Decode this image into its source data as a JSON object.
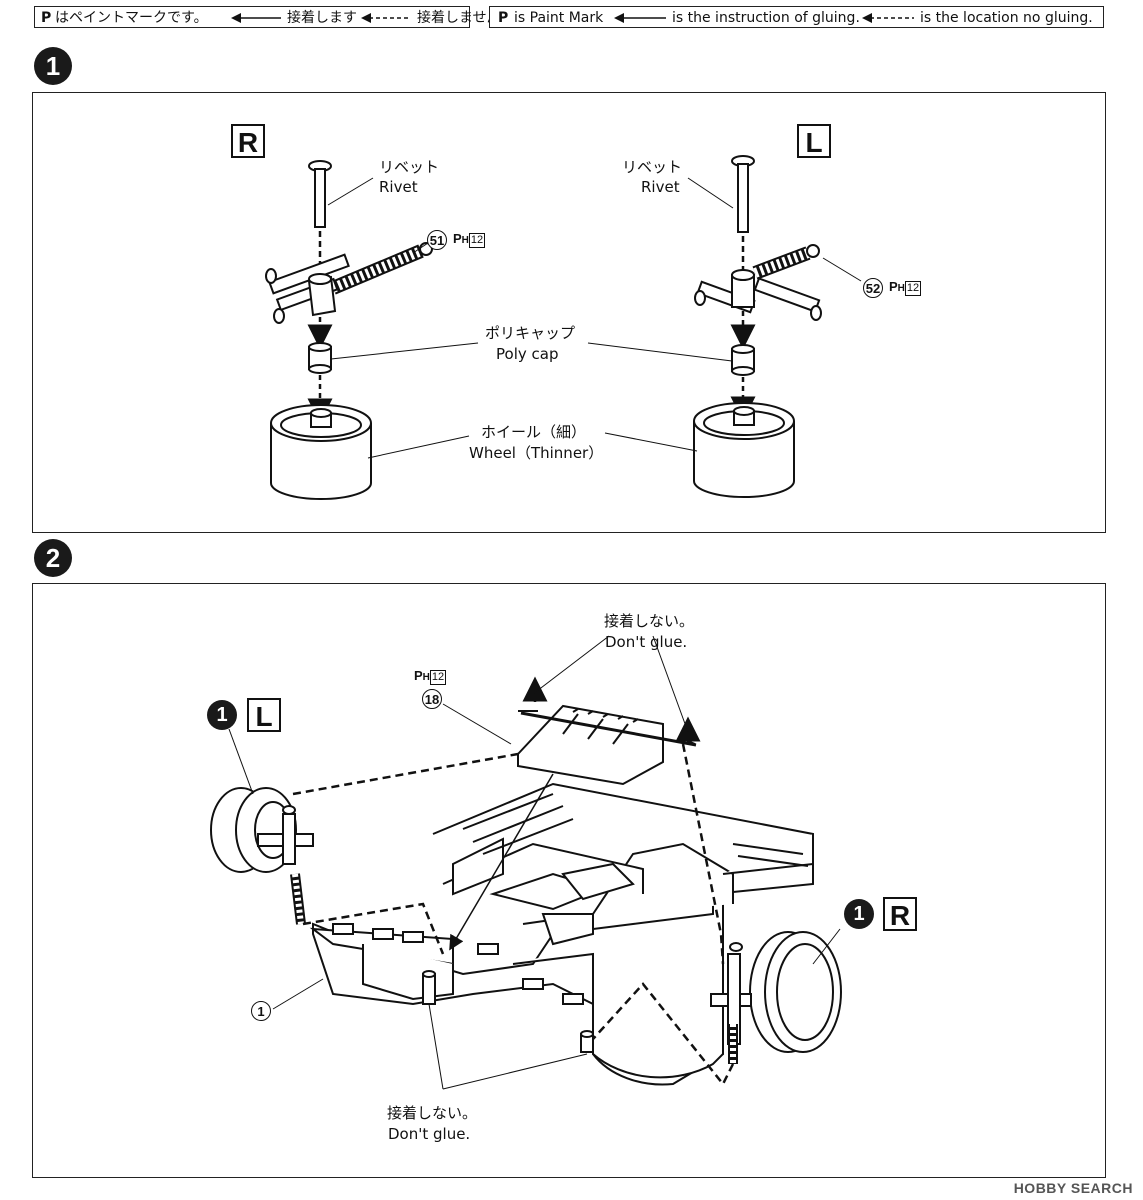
{
  "legend_jp": {
    "paint_mark": "はペイントマークです。",
    "glue": "接着します",
    "no_glue": "接着しません"
  },
  "legend_en": {
    "paint_mark": "is Paint Mark",
    "glue": "is the instruction of gluing.",
    "no_glue": "is the location no gluing."
  },
  "paint_symbol": "P",
  "step1": {
    "number": "1",
    "right_side": "R",
    "left_side": "L",
    "rivet_jp": "リベット",
    "rivet_en": "Rivet",
    "part_r": "51",
    "part_l": "52",
    "paint_sub": "H",
    "paint_code": "12",
    "polycap_jp": "ポリキャップ",
    "polycap_en": "Poly cap",
    "wheel_jp": "ホイール（細）",
    "wheel_en": "Wheel（Thinner）"
  },
  "step2": {
    "number": "2",
    "no_glue_top_jp": "接着しない。",
    "no_glue_top_en": "Don't glue.",
    "paint_sub": "H",
    "paint_code": "12",
    "part_18": "18",
    "ref_left_num": "1",
    "ref_left_side": "L",
    "ref_right_num": "1",
    "ref_right_side": "R",
    "part_1": "1",
    "no_glue_bottom_jp": "接着しない。",
    "no_glue_bottom_en": "Don't glue."
  },
  "watermark": "HOBBY SEARCH"
}
